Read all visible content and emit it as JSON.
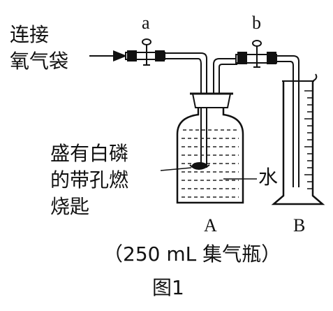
{
  "labels": {
    "connect_line1": "连接",
    "connect_line2": "氧气袋",
    "valve_a": "a",
    "valve_b": "b",
    "spoon_line1": "盛有白磷",
    "spoon_line2": "的带孔燃",
    "spoon_line3": "烧匙",
    "water": "水",
    "bottle_A": "A",
    "cylinder_B": "B",
    "bottle_spec": "（250 mL 集气瓶）",
    "figure_caption": "图1"
  },
  "colors": {
    "line": "#111111",
    "water_dash": "#222222",
    "background": "#ffffff"
  }
}
